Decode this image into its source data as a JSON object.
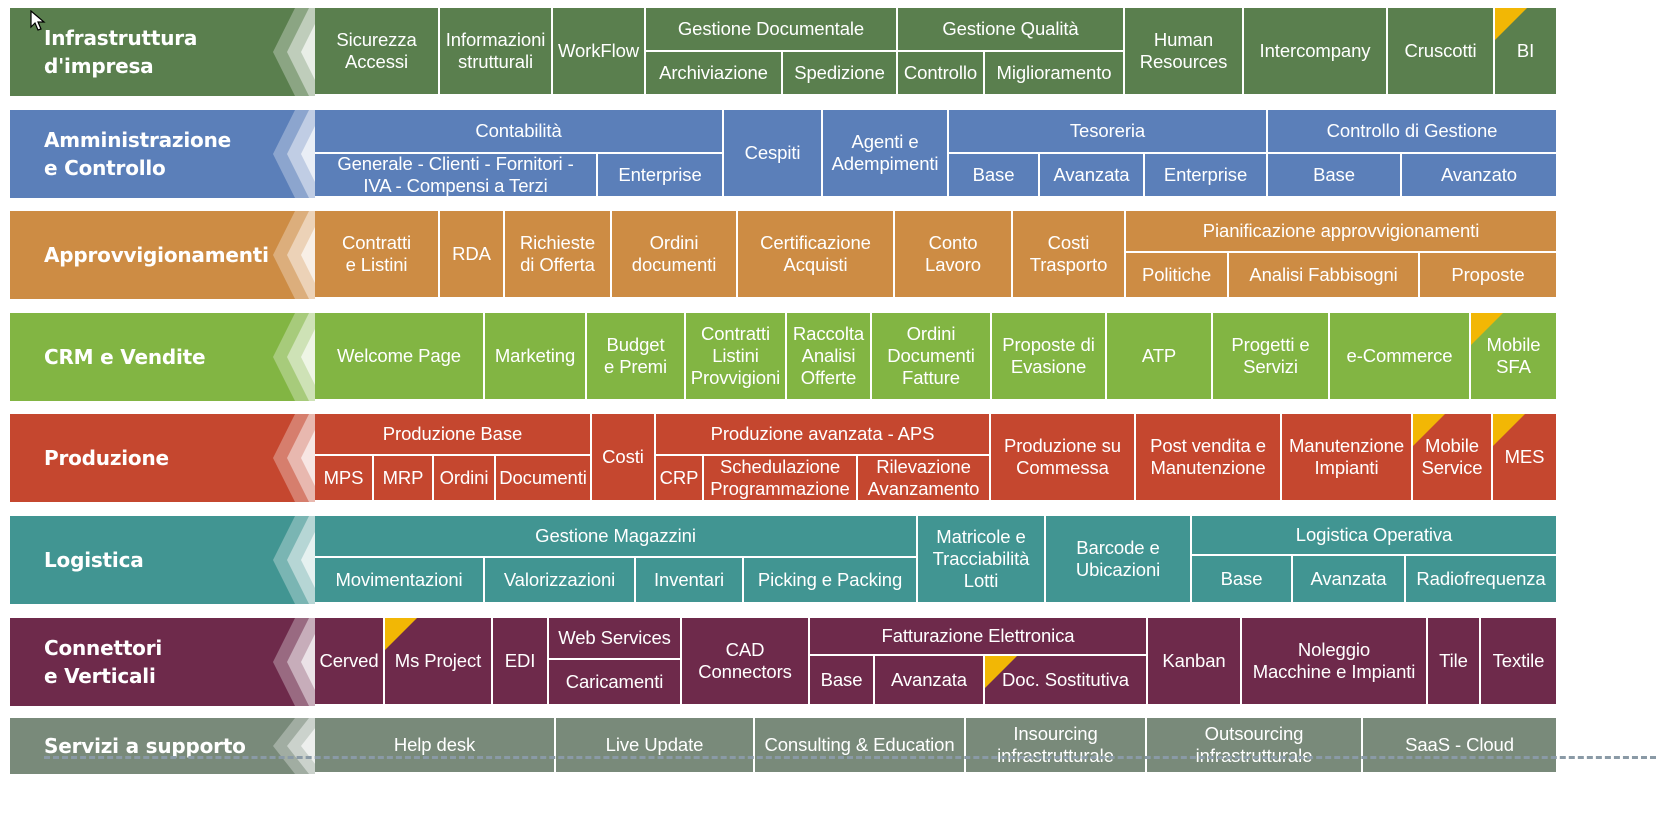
{
  "colors": {
    "infra": "#5a7f4e",
    "admin": "#5b7fb9",
    "approv": "#cd8c44",
    "crm": "#82b543",
    "prod": "#c5472f",
    "log": "#419592",
    "conn": "#6e2a4b",
    "serv": "#798a7a",
    "accent": "#f2b705",
    "separator": "#ffffff"
  },
  "bands": [
    {
      "id": "infra",
      "label": "Infrastruttura\nd'impresa",
      "color": "infra"
    },
    {
      "id": "admin",
      "label": "Amministrazione\ne Controllo",
      "color": "admin"
    },
    {
      "id": "approv",
      "label": "Approvvigionamenti",
      "color": "approv"
    },
    {
      "id": "crm",
      "label": "CRM e Vendite",
      "color": "crm"
    },
    {
      "id": "prod",
      "label": "Produzione",
      "color": "prod"
    },
    {
      "id": "log",
      "label": "Logistica",
      "color": "log"
    },
    {
      "id": "conn",
      "label": "Connettori\ne Verticali",
      "color": "conn"
    },
    {
      "id": "serv",
      "label": "Servizi a supporto",
      "color": "serv"
    }
  ],
  "modules": {
    "infra": [
      {
        "t": "Sicurezza\nAccessi"
      },
      {
        "t": "Informazioni\nstrutturali"
      },
      {
        "t": "WorkFlow"
      },
      {
        "t": "Gestione Documentale"
      },
      {
        "t": "Archiviazione"
      },
      {
        "t": "Spedizione"
      },
      {
        "t": "Gestione Qualità"
      },
      {
        "t": "Controllo"
      },
      {
        "t": "Miglioramento"
      },
      {
        "t": "Human\nResources"
      },
      {
        "t": "Intercompany"
      },
      {
        "t": "Cruscotti"
      },
      {
        "t": "BI",
        "flag": true
      }
    ],
    "admin": [
      {
        "t": "Contabilità"
      },
      {
        "t": "Generale - Clienti - Fornitori -\nIVA - Compensi a Terzi"
      },
      {
        "t": "Enterprise"
      },
      {
        "t": "Cespiti"
      },
      {
        "t": "Agenti e\nAdempimenti"
      },
      {
        "t": "Tesoreria"
      },
      {
        "t": "Base"
      },
      {
        "t": "Avanzata"
      },
      {
        "t": "Enterprise"
      },
      {
        "t": "Controllo di Gestione"
      },
      {
        "t": "Base"
      },
      {
        "t": "Avanzato"
      }
    ],
    "approv": [
      {
        "t": "Contratti\ne Listini"
      },
      {
        "t": "RDA"
      },
      {
        "t": "Richieste\ndi Offerta"
      },
      {
        "t": "Ordini\ndocumenti"
      },
      {
        "t": "Certificazione\nAcquisti"
      },
      {
        "t": "Conto\nLavoro"
      },
      {
        "t": "Costi\nTrasporto"
      },
      {
        "t": "Pianificazione approvvigionamenti"
      },
      {
        "t": "Politiche"
      },
      {
        "t": "Analisi Fabbisogni"
      },
      {
        "t": "Proposte"
      }
    ],
    "crm": [
      {
        "t": "Welcome Page"
      },
      {
        "t": "Marketing"
      },
      {
        "t": "Budget\ne Premi"
      },
      {
        "t": "Contratti\nListini\nProvvigioni"
      },
      {
        "t": "Raccolta\nAnalisi\nOfferte"
      },
      {
        "t": "Ordini\nDocumenti\nFatture"
      },
      {
        "t": "Proposte di\nEvasione"
      },
      {
        "t": "ATP"
      },
      {
        "t": "Progetti e\nServizi"
      },
      {
        "t": "e-Commerce"
      },
      {
        "t": "Mobile\nSFA",
        "flag": true
      }
    ],
    "prod": [
      {
        "t": "Produzione Base"
      },
      {
        "t": "MPS"
      },
      {
        "t": "MRP"
      },
      {
        "t": "Ordini"
      },
      {
        "t": "Documenti"
      },
      {
        "t": "Costi"
      },
      {
        "t": "Produzione avanzata  -  APS"
      },
      {
        "t": "CRP"
      },
      {
        "t": "Schedulazione\nProgrammazione"
      },
      {
        "t": "Rilevazione\nAvanzamento"
      },
      {
        "t": "Produzione su\nCommessa"
      },
      {
        "t": "Post vendita e\nManutenzione"
      },
      {
        "t": "Manutenzione\nImpianti"
      },
      {
        "t": "Mobile\nService",
        "flag": true
      },
      {
        "t": "MES",
        "flag": true
      }
    ],
    "log": [
      {
        "t": "Gestione Magazzini"
      },
      {
        "t": "Movimentazioni"
      },
      {
        "t": "Valorizzazioni"
      },
      {
        "t": "Inventari"
      },
      {
        "t": "Picking e Packing"
      },
      {
        "t": "Matricole e\nTracciabilità\nLotti"
      },
      {
        "t": "Barcode e\nUbicazioni"
      },
      {
        "t": "Logistica Operativa"
      },
      {
        "t": "Base"
      },
      {
        "t": "Avanzata"
      },
      {
        "t": "Radiofrequenza"
      }
    ],
    "conn": [
      {
        "t": "Cerved"
      },
      {
        "t": "Ms Project",
        "flag": true
      },
      {
        "t": "EDI"
      },
      {
        "t": "Web Services"
      },
      {
        "t": "Caricamenti"
      },
      {
        "t": "CAD\nConnectors"
      },
      {
        "t": "Fatturazione Elettronica"
      },
      {
        "t": "Base"
      },
      {
        "t": "Avanzata"
      },
      {
        "t": "Doc. Sostitutiva",
        "flag": true
      },
      {
        "t": "Kanban"
      },
      {
        "t": "Noleggio\nMacchine e Impianti"
      },
      {
        "t": "Tile"
      },
      {
        "t": "Textile"
      }
    ],
    "serv": [
      {
        "t": "Help desk"
      },
      {
        "t": "Live Update"
      },
      {
        "t": "Consulting & Education"
      },
      {
        "t": "Insourcing\ninfrastrutturale"
      },
      {
        "t": "Outsourcing\ninfrastrutturale"
      },
      {
        "t": "SaaS - Cloud"
      }
    ]
  }
}
